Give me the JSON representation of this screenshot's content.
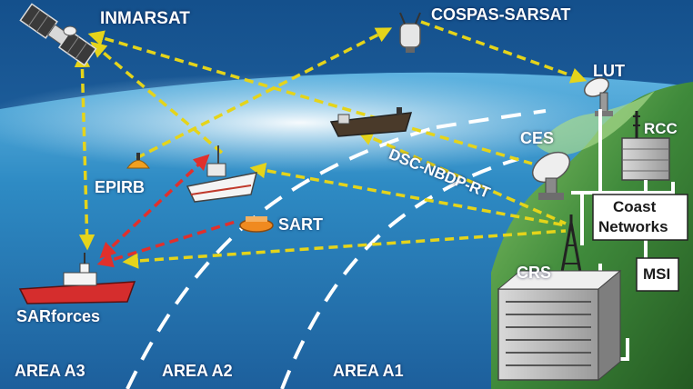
{
  "labels": {
    "inmarsat": "INMARSAT",
    "cospas_sarsat": "COSPAS-SARSAT",
    "lut": "LUT",
    "rcc": "RCC",
    "ces": "CES",
    "dsc_nbdp_rt": "DSC-NBDP-RT",
    "epirb": "EPIRB",
    "sart": "SART",
    "coast_networks_line1": "Coast",
    "coast_networks_line2": "Networks",
    "msi": "MSI",
    "crs": "CRS",
    "sarforces": "SARforces",
    "area_a3": "AREA A3",
    "area_a2": "AREA A2",
    "area_a1": "AREA A1"
  },
  "colors": {
    "sky": "#1f5f9c",
    "sea": "#2e8bc4",
    "horizon_glow": "#e4f3fb",
    "land": "#3f8a3b",
    "yellow_link": "#e5d41a",
    "red_link": "#e0302c",
    "area_boundary": "#ffffff"
  }
}
